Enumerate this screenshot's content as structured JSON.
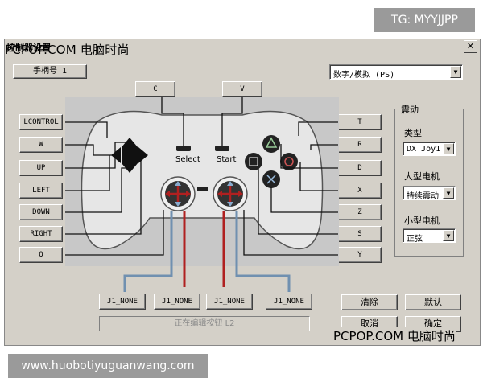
{
  "watermarks": {
    "tg": "TG: MYYJJPP",
    "pcpop_top": "PCPOP.COM 电脑时尚",
    "pcpop_bottom": "PCPOP.COM 电脑时尚",
    "url": "www.huobotiyuguanwang.com"
  },
  "window": {
    "title": "控制器设置",
    "close_glyph": "✕"
  },
  "controller_select": {
    "value": "手柄号 1"
  },
  "mode_select": {
    "value": "数字/模拟 (PS)"
  },
  "top_buttons": {
    "select_map": "C",
    "start_map": "V"
  },
  "pad_labels": {
    "select": "Select",
    "start": "Start"
  },
  "left_mappings": [
    "LCONTROL",
    "W",
    "UP",
    "LEFT",
    "DOWN",
    "RIGHT",
    "Q"
  ],
  "right_mappings": [
    "T",
    "R",
    "D",
    "X",
    "Z",
    "S",
    "Y"
  ],
  "stick_mappings": [
    "J1_NONE",
    "J1_NONE",
    "J1_NONE",
    "J1_NONE"
  ],
  "vibration": {
    "group_title": "震动",
    "type_label": "类型",
    "type_value": "DX Joy1",
    "large_motor_label": "大型电机",
    "large_motor_value": "持续震动",
    "small_motor_label": "小型电机",
    "small_motor_value": "正弦"
  },
  "actions": {
    "clear": "清除",
    "default": "默认",
    "cancel": "取消",
    "ok": "确定"
  },
  "status_text": "正在编辑按钮 L2",
  "colors": {
    "window_bg": "#d4d0c8",
    "pad_bg": "#c8c8c8",
    "stick_accent": "#b02020",
    "stick_line_blue": "#7090b0",
    "stick_line_red": "#b02020"
  }
}
